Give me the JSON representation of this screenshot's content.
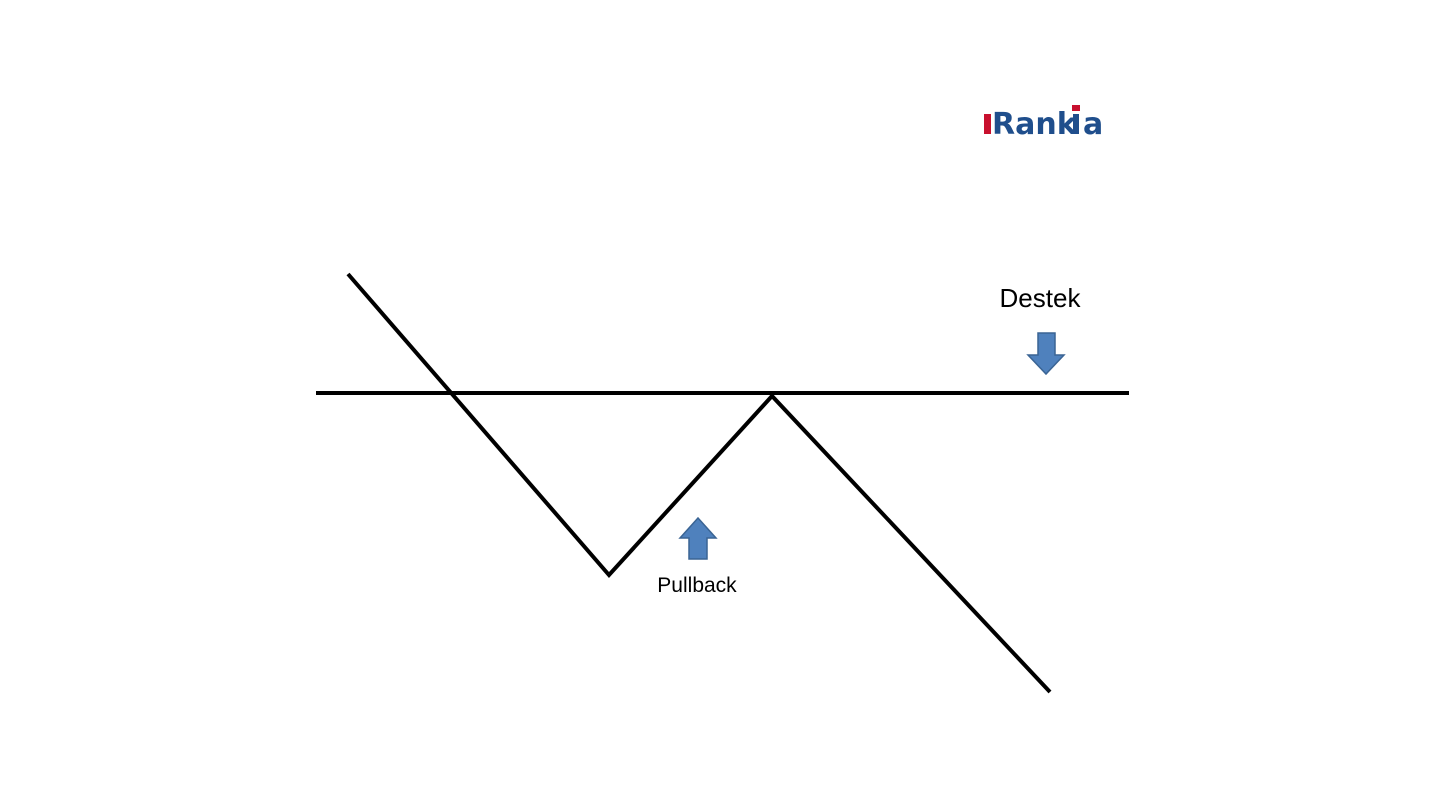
{
  "logo": {
    "text_prefix": "Rank",
    "text_suffix": "a",
    "color_main": "#1f4e8c",
    "color_accent": "#c8102e"
  },
  "labels": {
    "support": "Destek",
    "pullback": "Pullback"
  },
  "colors": {
    "line": "#000000",
    "arrow_fill": "#4f81bd",
    "arrow_stroke": "#3a6494",
    "text": "#000000"
  }
}
